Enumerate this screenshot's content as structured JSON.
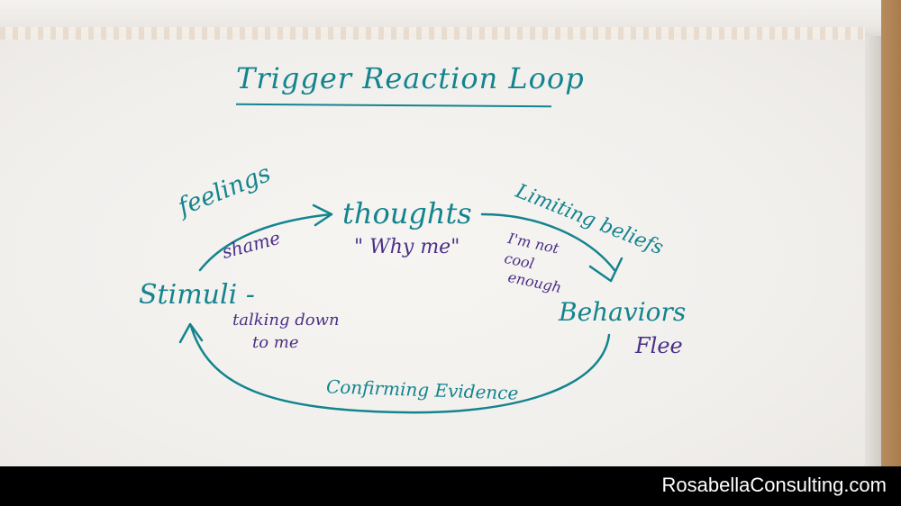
{
  "title": "Trigger Reaction Loop",
  "nodes": {
    "stimuli": {
      "label": "Stimuli -",
      "note": [
        "talking down",
        "to me"
      ]
    },
    "thoughts": {
      "label": "thoughts",
      "note": "\" Why me\""
    },
    "behaviors": {
      "label": "Behaviors",
      "note": "Flee"
    }
  },
  "edges": {
    "feelings": {
      "label": "feelings",
      "note": "shame"
    },
    "limiting_beliefs": {
      "label": "Limiting beliefs",
      "note": [
        "I'm not",
        "cool",
        "enough"
      ]
    },
    "confirming_evidence": {
      "label": "Confirming Evidence"
    }
  },
  "watermark": "RosabellaConsulting.com",
  "colors": {
    "ink_teal": "#13848e",
    "ink_purple": "#4a2f86"
  }
}
